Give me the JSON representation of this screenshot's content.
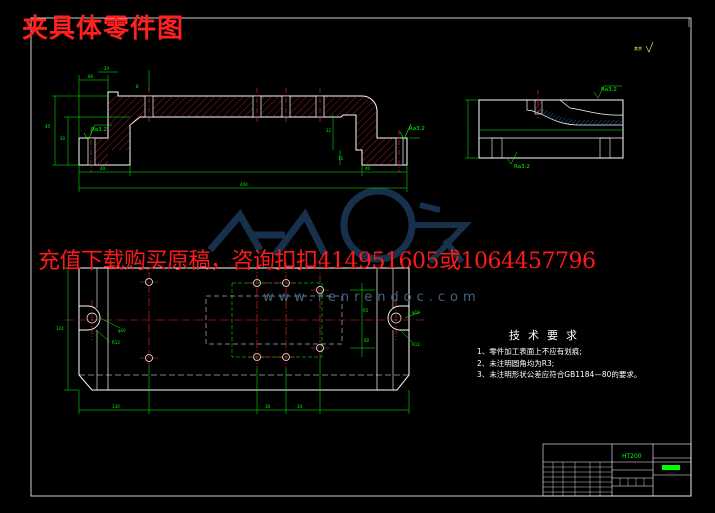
{
  "title": "夹具体零件图",
  "promo_text": "充值下载购买原稿，咨询扣扣414951605或1064457796",
  "watermark": {
    "url": "www.renrendoc.com"
  },
  "tech_requirements": {
    "heading": "技术要求",
    "items": [
      "1、零件加工表面上不应有划痕;",
      "2、未注明圆角均为R3;",
      "3、未注明形状公差应符合GB1184—80的要求。"
    ]
  },
  "surface_finish": {
    "front_left": "Ra3.2",
    "front_right": "Ra3.2",
    "side_top": "Ra3.2",
    "side_bottom": "Ra3.2"
  },
  "corner_note": "其余",
  "title_block": {
    "material": "HT200"
  },
  "colors": {
    "title": "#ff2020",
    "promo": "#ff1a1a",
    "outline": "#ffffff",
    "dimension": "#00ff00",
    "centerline": "#ff2a2a",
    "hatch": "#ff2a2a",
    "watermark": "#2a5a8a"
  }
}
